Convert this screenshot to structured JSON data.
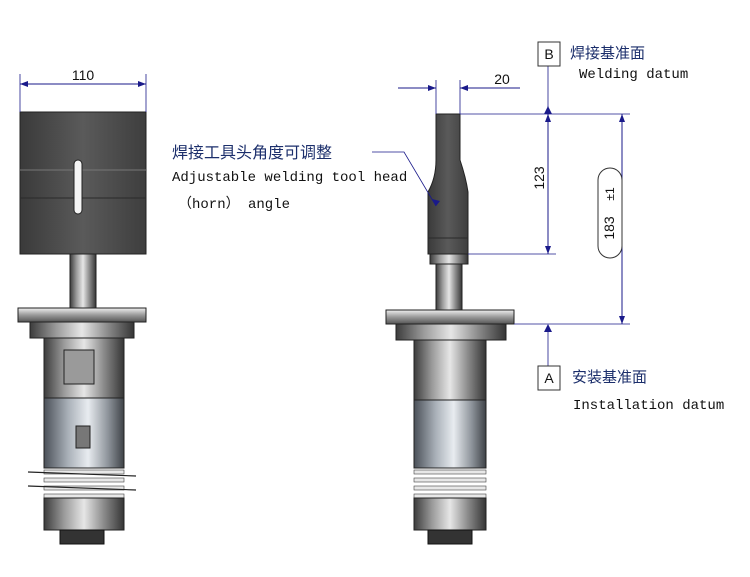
{
  "dimensions": {
    "width_horn": "110",
    "thickness": "20",
    "tool_height": "123",
    "total_height": "183",
    "tolerance": "±1"
  },
  "datums": {
    "welding": {
      "letter": "B",
      "cn": "焊接基准面",
      "en": "Welding datum"
    },
    "installation": {
      "letter": "A",
      "cn": "安装基准面",
      "en": "Installation datum"
    }
  },
  "callout": {
    "cn": "焊接工具头角度可调整",
    "en_line1": "Adjustable welding tool head",
    "en_line2": "（horn） angle"
  },
  "colors": {
    "dimension": "#1a1a8a",
    "horn": "#4a4a4a",
    "metal_dark": "#3a3a3a",
    "metal_light": "#d8d8d8",
    "callout_text": "#1b2e6b"
  }
}
